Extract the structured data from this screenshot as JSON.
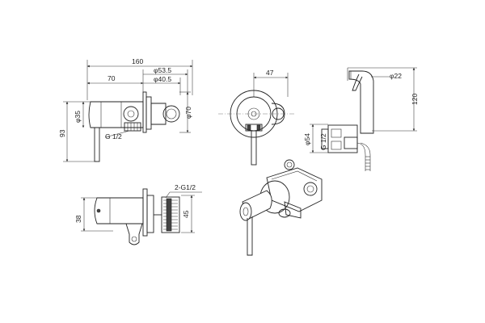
{
  "dimensions": {
    "front": {
      "total_width": "160",
      "body_width": "70",
      "diam_535": "φ53.5",
      "diam_405": "φ40.5",
      "diam_35": "φ35",
      "diam_70": "φ70",
      "height_93": "93",
      "thread": "G 1/2"
    },
    "bottom": {
      "thread_2": "2-G1/2",
      "height_38": "38",
      "height_45": "45"
    },
    "side": {
      "depth_47": "47"
    },
    "hose": {
      "diam_22": "φ22",
      "height_120": "120",
      "diam_54": "φ54",
      "thread": "G 1/2"
    }
  }
}
